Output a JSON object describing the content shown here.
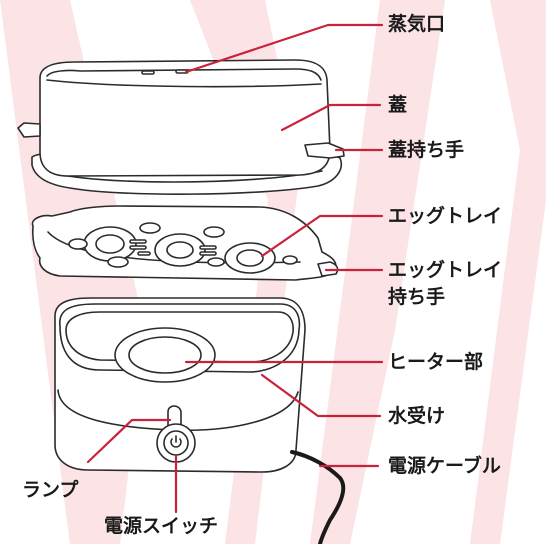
{
  "labels": {
    "steam_vent": "蒸気口",
    "lid": "蓋",
    "lid_handle": "蓋持ち手",
    "egg_tray": "エッグトレイ",
    "egg_tray_handle_line1": "エッグトレイ",
    "egg_tray_handle_line2": "持ち手",
    "heater": "ヒーター部",
    "water_receiver": "水受け",
    "power_cable": "電源ケーブル",
    "lamp": "ランプ",
    "power_switch": "電源スイッチ"
  },
  "colors": {
    "line": "#2b2b2b",
    "leader": "#c8233a",
    "watermark": "#fbe3e6"
  }
}
